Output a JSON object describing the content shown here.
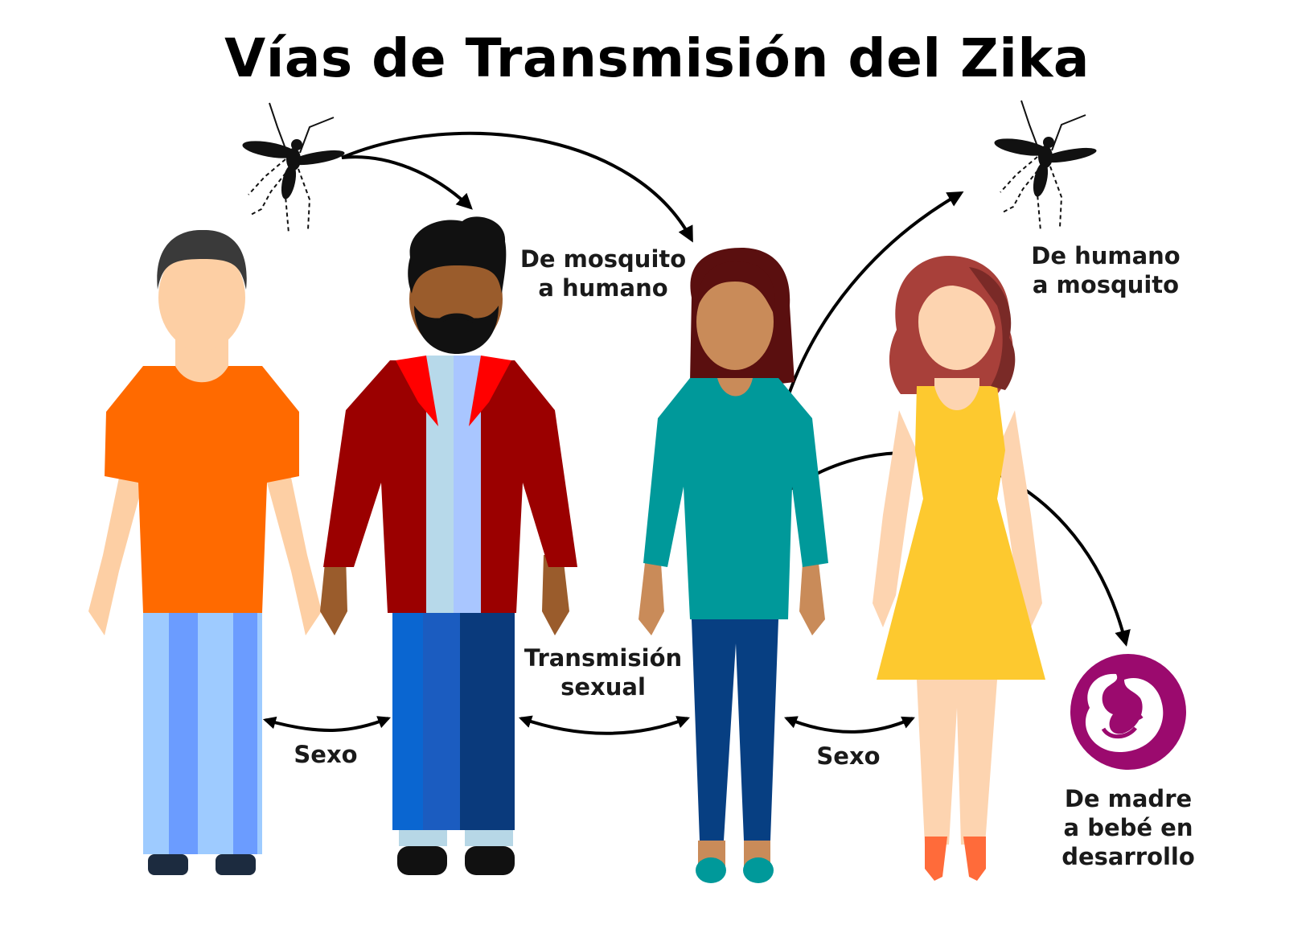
{
  "title": "Vías de Transmisión del Zika",
  "labels": {
    "mosquito_to_human": [
      "De mosquito",
      "a humano"
    ],
    "human_to_mosquito": [
      "De humano",
      "a mosquito"
    ],
    "sexual_transmission": [
      "Transmisión",
      "sexual"
    ],
    "sex_left": "Sexo",
    "sex_right": "Sexo",
    "mother_to_baby": [
      "De madre",
      "a bebé en",
      "desarrollo"
    ]
  },
  "colors": {
    "arrow": "#000000",
    "man1_shirt": "#ff6a00",
    "man1_pants": "#9ecbff",
    "man2_jacket": "#9b0000",
    "man2_pants": "#1b5cc0",
    "woman1_top": "#00999a",
    "woman1_pants": "#073f82",
    "woman2_dress": "#fdc92f",
    "woman2_hair": "#a8403a",
    "fetus_circle": "#9b0a6e"
  },
  "icons": [
    "mosquito-icon",
    "fetus-icon"
  ]
}
